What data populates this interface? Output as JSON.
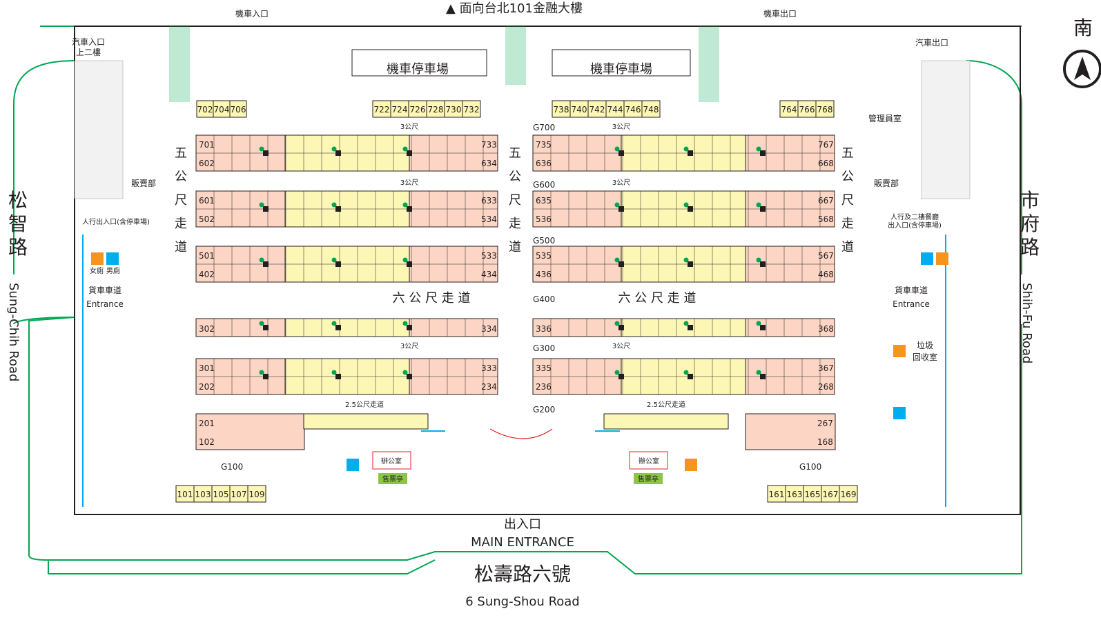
{
  "header": {
    "facing_label": "▲ 面向台北101金融大樓",
    "moto_entry": "機車入口",
    "moto_exit": "機車出口",
    "compass_char": "南"
  },
  "parking": {
    "moto_left": "機車停車場",
    "moto_right": "機車停車場",
    "car_entry": "汽車入口",
    "car_entry_sub": "上二樓",
    "car_exit": "汽車出口"
  },
  "streets": {
    "left_cn": "松智路",
    "left_en": "Sung-Chih Road",
    "right_cn": "市府路",
    "right_en": "Shih-Fu Road",
    "bottom_cn": "松壽路六號",
    "bottom_en": "6 Sung-Shou Road"
  },
  "entrance": {
    "cn": "出入口",
    "en": "MAIN ENTRANCE"
  },
  "rooms": {
    "shop_left": "販賣部",
    "shop_right": "販賣部",
    "manager": "管理員室",
    "garbage_1": "垃圾",
    "garbage_2": "回收室",
    "office_left": "辦公室",
    "office_right": "辦公室",
    "ticket_left": "售票亭",
    "ticket_right": "售票亭",
    "truck_left": "貨車車道",
    "truck_right": "貨車車道",
    "truck_left_en": "Entrance",
    "truck_right_en": "Entrance",
    "ped_left": "人行出入口(含停車場)",
    "ped_right_1": "人行及二樓餐廳",
    "ped_right_2": "出入口(含停車場)",
    "female": "女廁",
    "male": "男廁"
  },
  "aisles": {
    "five_ft": [
      "五",
      "公",
      "尺",
      "走",
      "道"
    ],
    "six_ft_left": "六 公 尺 走 道",
    "six_ft_right": "六 公 尺 走 道",
    "three_ft": "3公尺",
    "two5_ft": "2.5公尺走道"
  },
  "zones": [
    "G700",
    "G600",
    "G500",
    "G400",
    "G300",
    "G200",
    "G100",
    "G100"
  ],
  "top_shops": {
    "left": [
      "702",
      "704",
      "706"
    ],
    "mid_left": [
      "722",
      "724",
      "726",
      "728",
      "730",
      "732"
    ],
    "mid_right": [
      "738",
      "740",
      "742",
      "744",
      "746",
      "748"
    ],
    "right": [
      "764",
      "766",
      "768"
    ]
  },
  "bottom_shops": {
    "left": [
      "101",
      "103",
      "105",
      "107",
      "109"
    ],
    "right": [
      "161",
      "163",
      "165",
      "167",
      "169"
    ]
  },
  "row_labels": {
    "r1": [
      "701",
      "602",
      "733",
      "634",
      "735",
      "636",
      "767",
      "668"
    ],
    "r2": [
      "601",
      "502",
      "633",
      "534",
      "635",
      "536",
      "667",
      "568"
    ],
    "r3": [
      "501",
      "402",
      "533",
      "434",
      "535",
      "436",
      "567",
      "468"
    ],
    "r4": [
      "302",
      "334",
      "336",
      "368"
    ],
    "r5": [
      "301",
      "202",
      "333",
      "234",
      "335",
      "236",
      "367",
      "268"
    ],
    "r6": [
      "201",
      "102",
      "267",
      "168"
    ]
  },
  "colors": {
    "booth_pink": "#fcd5c4",
    "booth_yellow": "#fdf7b6",
    "wall_green": "#00a651",
    "wall_red": "#ed1c24",
    "water_blue": "#00aeef",
    "ticket_green": "#8dc63f",
    "female_orange": "#f7941d",
    "male_blue": "#00aeef"
  }
}
